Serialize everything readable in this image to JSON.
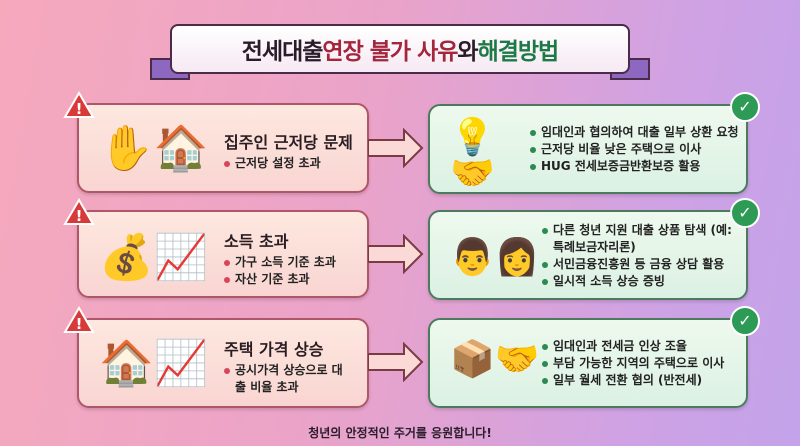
{
  "title": {
    "part1": "전세대출 ",
    "part2": "연장 불가 사유",
    "part3": "와 ",
    "part4": "해결방법"
  },
  "colors": {
    "warning": "#d83a3a",
    "check": "#2d9a55",
    "title_red": "#a3263d",
    "title_green": "#1d7a47"
  },
  "problems": [
    {
      "heading": "집주인 근저당 문제",
      "bullets": [
        "근저당 설정 초과"
      ],
      "icon": "house-lock-icon"
    },
    {
      "heading": "소득 초과",
      "bullets": [
        "가구 소득 기준 초과",
        "자산 기준 초과"
      ],
      "icon": "money-chart-icon"
    },
    {
      "heading": "주택 가격 상승",
      "bullets": [
        "공시가격 상승으로 대출 비율 초과"
      ],
      "icon": "house-rising-icon"
    }
  ],
  "solutions": [
    {
      "bullets": [
        "임대인과 협의하여 대출 일부 상환 요청",
        "근저당 비율 낮은 주택으로 이사",
        "HUG 전세보증금반환보증 활용"
      ],
      "icon": "handshake-idea-icon"
    },
    {
      "bullets": [
        "다른 청년 지원 대출 상품 탐색 (예: 특례보금자리론)",
        "서민금융진흥원 등 금융 상담 활용",
        "일시적 소득 상승 증빙"
      ],
      "icon": "consultation-icon"
    },
    {
      "bullets": [
        "임대인과 전세금 인상 조율",
        "부담 가능한 지역의 주택으로 이사",
        "일부 월세 전환 협의 (반전세)"
      ],
      "icon": "boxes-handshake-icon"
    }
  ],
  "footer": "청년의 안정적인 주거를 응원합니다!"
}
